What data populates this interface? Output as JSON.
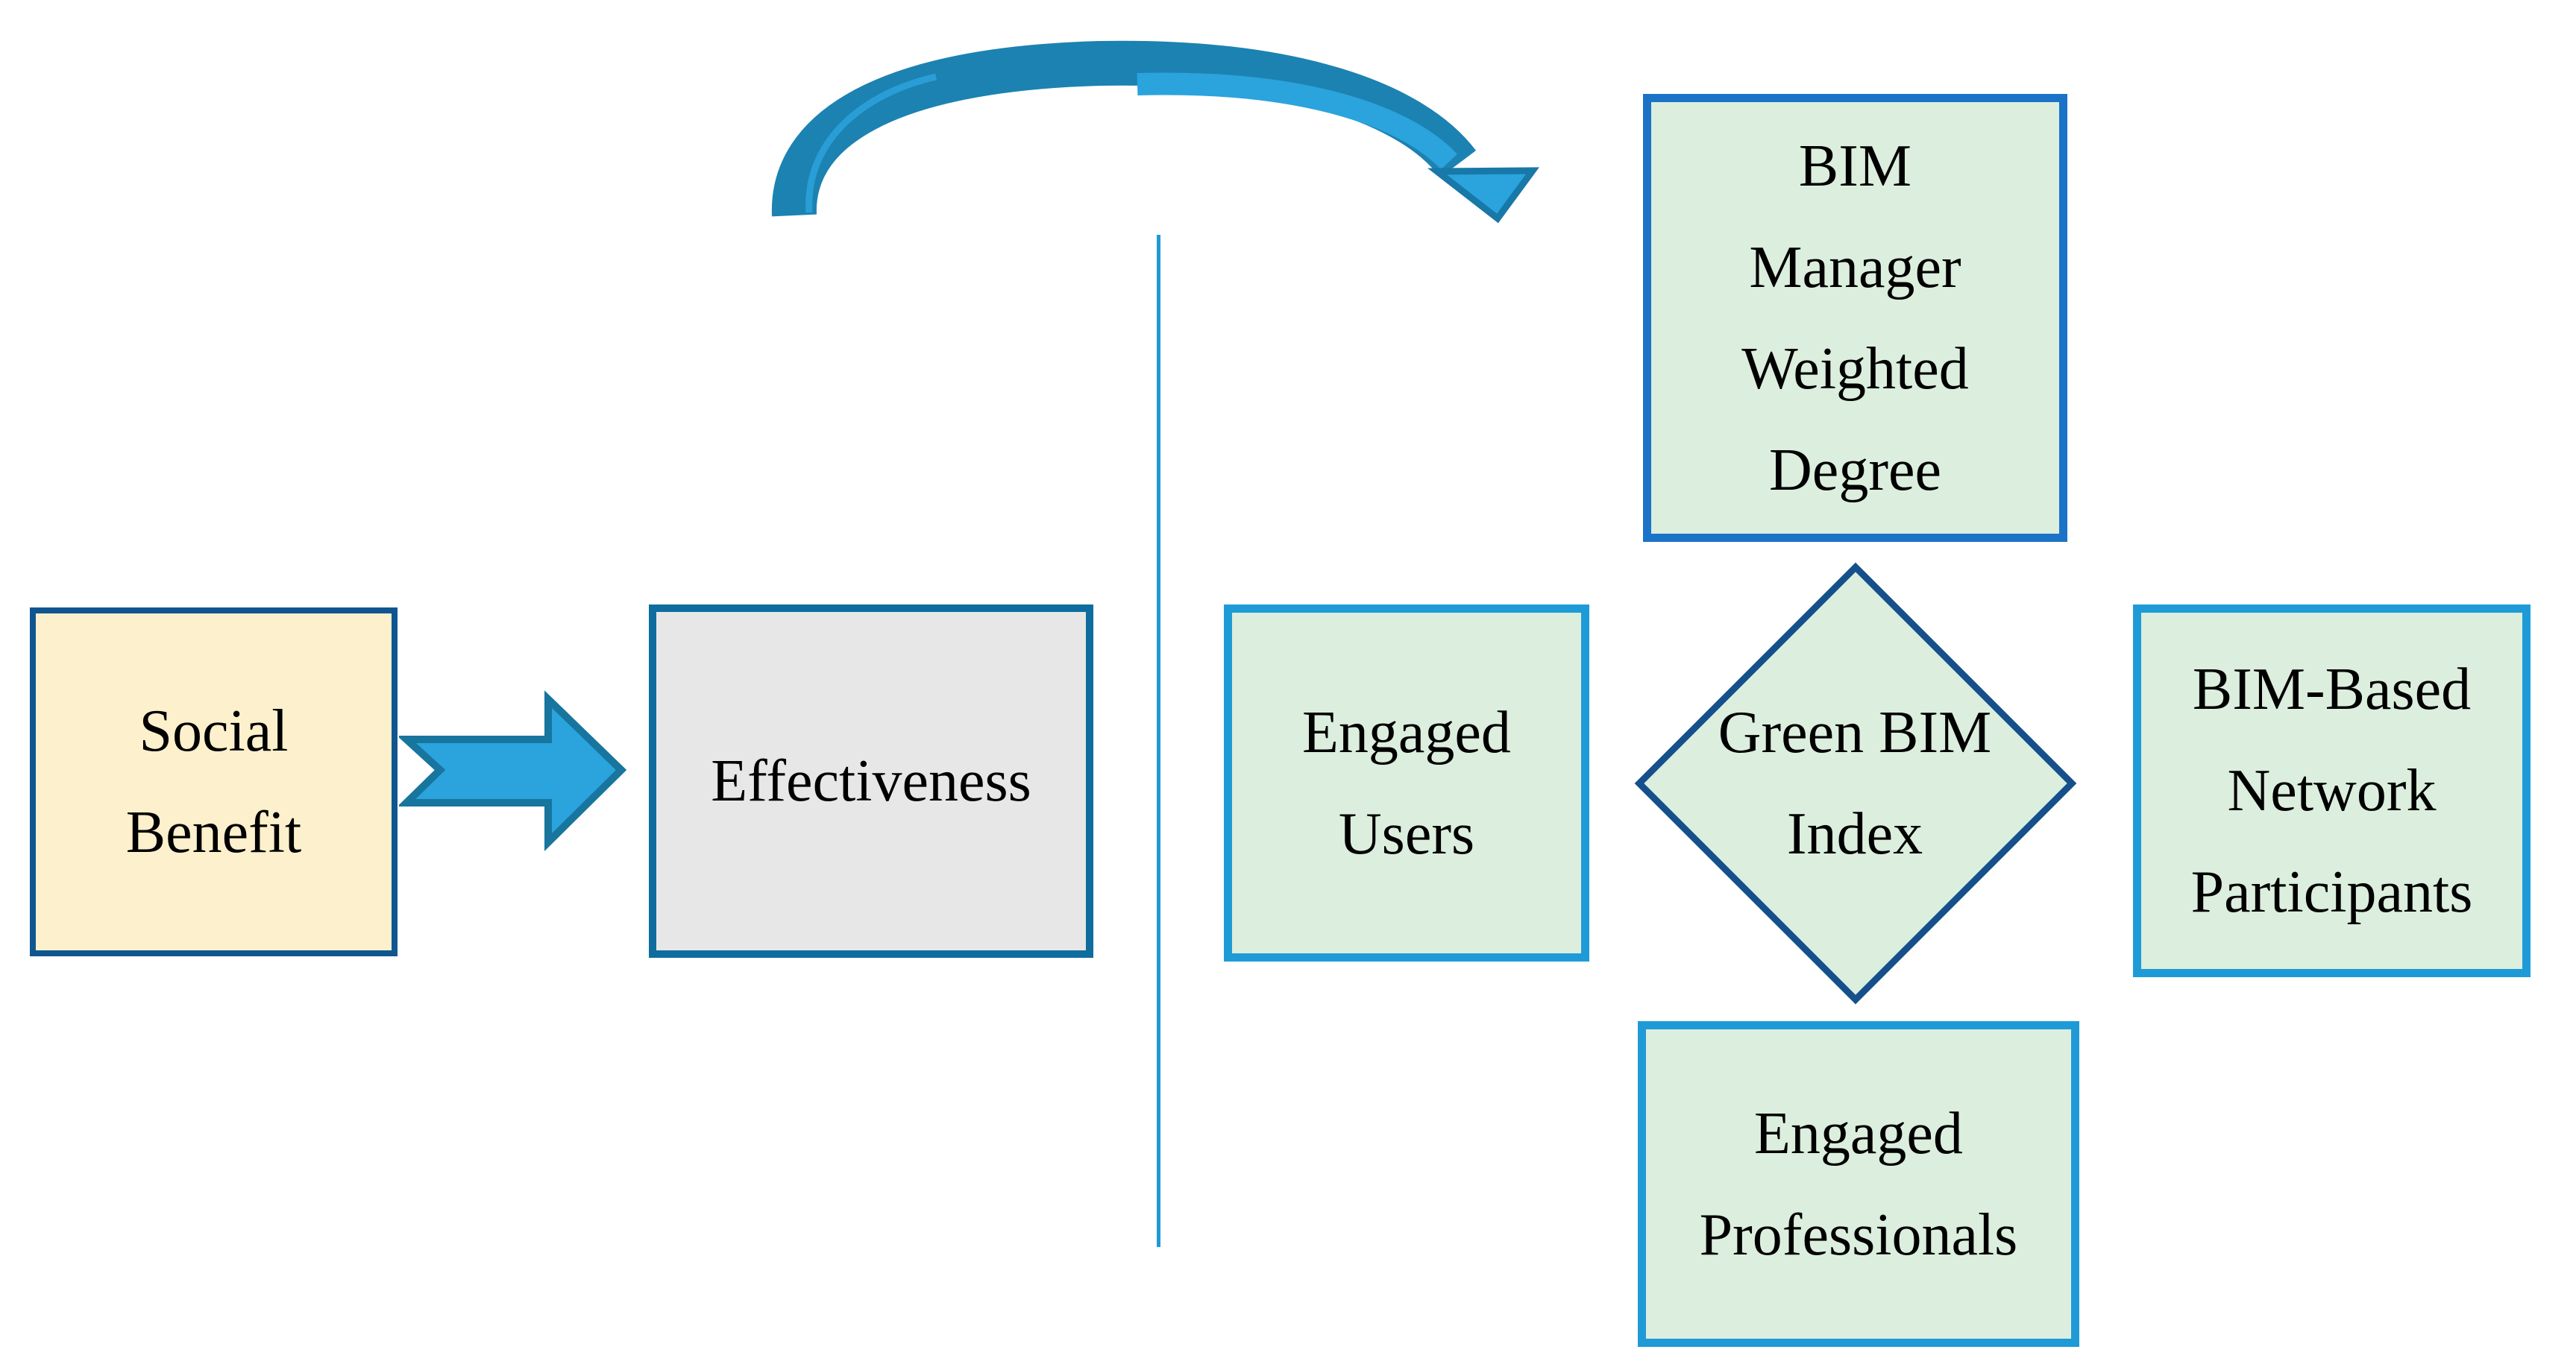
{
  "figure": {
    "background": "#FFFFFF",
    "text_color": "#000000",
    "nodes": {
      "social_benefit": {
        "lines": [
          "Social",
          "Benefit"
        ],
        "shape": "rectangle",
        "fill": "#FDF0CC",
        "border": "#0F5691"
      },
      "effectiveness": {
        "lines": [
          "Effectiveness"
        ],
        "shape": "rectangle",
        "fill": "#E7E7E7",
        "border": "#0E6D9E"
      },
      "bim_manager_weighted_degree": {
        "lines": [
          "BIM",
          "Manager",
          "Weighted",
          "Degree"
        ],
        "shape": "rectangle",
        "fill": "#DCEEDE",
        "border": "#1B73C8"
      },
      "engaged_users": {
        "lines": [
          "Engaged",
          "Users"
        ],
        "shape": "rectangle",
        "fill": "#DCEEDE",
        "border": "#1E9BD7"
      },
      "green_bim_index": {
        "lines": [
          "Green BIM",
          "Index"
        ],
        "shape": "diamond",
        "fill": "#DCEEDE",
        "border": "#15508C"
      },
      "bim_based_network_participants": {
        "lines": [
          "BIM-Based",
          "Network",
          "Participants"
        ],
        "shape": "rectangle",
        "fill": "#DCEEDE",
        "border": "#1E9BD7"
      },
      "engaged_professionals": {
        "lines": [
          "Engaged",
          "Professionals"
        ],
        "shape": "rectangle",
        "fill": "#DCEEDE",
        "border": "#1E9BD7"
      }
    },
    "connectors": {
      "block_arrow": {
        "from": "social_benefit",
        "to": "effectiveness",
        "direction": "right",
        "fill": "#2BA3DD",
        "border": "#17759E"
      },
      "curved_arrow": {
        "from": "left-panel",
        "to": "right-panel",
        "direction": "arc-left-to-right",
        "band": "#1C82B1",
        "highlight": "#2BA3DD",
        "border": "#1878A8"
      },
      "divider_line": {
        "orientation": "vertical",
        "color": "#1E9BD7"
      }
    }
  }
}
